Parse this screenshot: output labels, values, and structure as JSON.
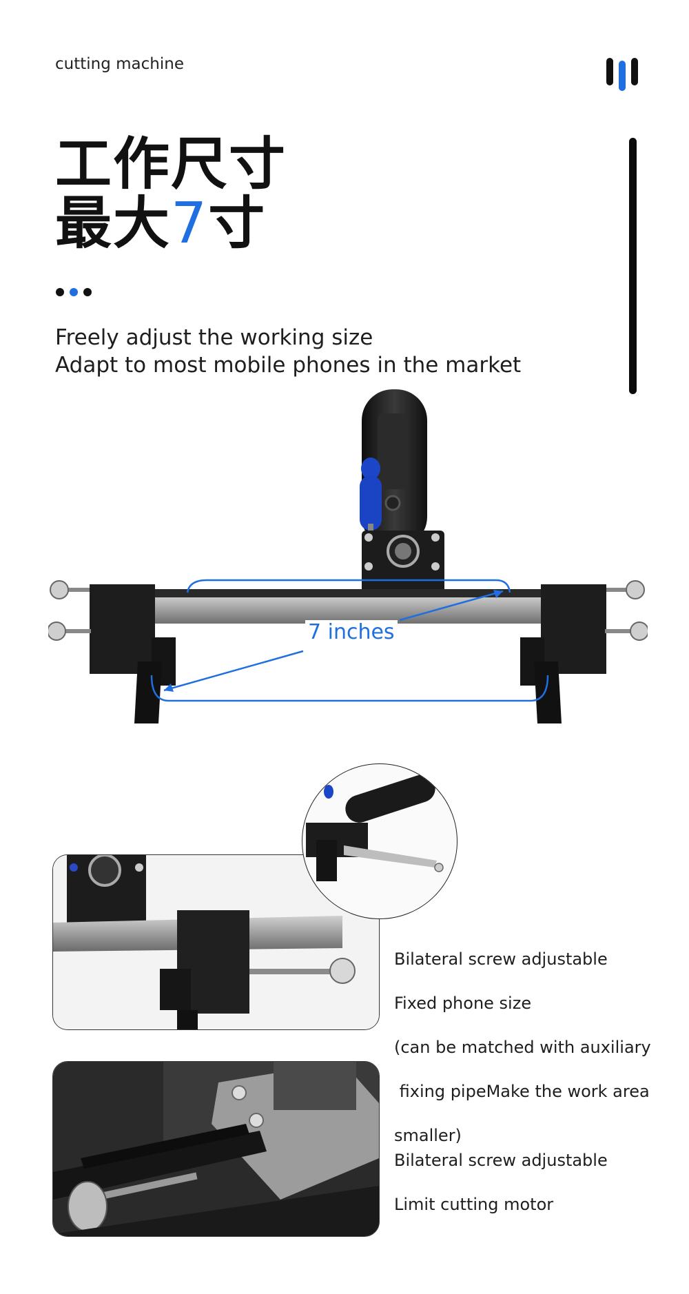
{
  "header": {
    "brand": "cutting machine"
  },
  "hero_title": {
    "line1": "工作尺寸",
    "line2_prefix": "最大",
    "line2_accent": "7",
    "line2_suffix": "寸"
  },
  "subtitle": {
    "line1": "Freely adjust the working size",
    "line2": "Adapt to most mobile phones in the market"
  },
  "dimension_label": "7 inches",
  "feature1": {
    "lines": [
      "Bilateral screw adjustable",
      "Fixed phone size",
      "(can be matched with auxiliary",
      " fixing pipeMake the work area",
      "smaller)"
    ]
  },
  "feature2": {
    "lines": [
      "Bilateral screw adjustable",
      "Limit cutting motor"
    ]
  },
  "colors": {
    "accent": "#1f6fe0",
    "dark": "#111111",
    "metal": "#9a9a9a",
    "machine_black": "#1b1b1b"
  },
  "icons": [
    "brand-bars-icon",
    "pagination-dots-icon"
  ]
}
